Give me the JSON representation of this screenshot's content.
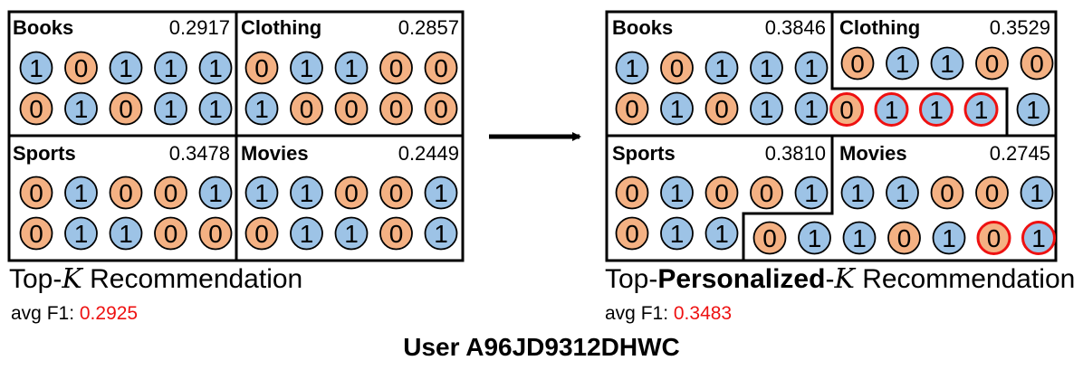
{
  "colors": {
    "one": "#9dc3e6",
    "zero": "#f4b183",
    "stroke": "#000000",
    "highlight": "#ee1111"
  },
  "left_panel": {
    "categories": [
      {
        "name": "Books",
        "score": "0.2917",
        "row1": [
          1,
          0,
          1,
          1,
          1
        ],
        "row2": [
          0,
          1,
          0,
          1,
          1
        ]
      },
      {
        "name": "Clothing",
        "score": "0.2857",
        "row1": [
          0,
          1,
          1,
          0,
          0
        ],
        "row2": [
          1,
          0,
          0,
          0,
          0
        ]
      },
      {
        "name": "Sports",
        "score": "0.3478",
        "row1": [
          0,
          1,
          0,
          0,
          1
        ],
        "row2": [
          0,
          1,
          1,
          0,
          0
        ]
      },
      {
        "name": "Movies",
        "score": "0.2449",
        "row1": [
          1,
          1,
          0,
          0,
          1
        ],
        "row2": [
          0,
          1,
          1,
          0,
          1
        ]
      }
    ],
    "caption": {
      "prefix": "Top-",
      "k": "K",
      "suffix": " Recommendation"
    },
    "f1_label": "avg F1: ",
    "f1_value": "0.2925"
  },
  "right_panel": {
    "categories": [
      {
        "name": "Books",
        "score": "0.3846"
      },
      {
        "name": "Clothing",
        "score": "0.3529"
      },
      {
        "name": "Sports",
        "score": "0.3810"
      },
      {
        "name": "Movies",
        "score": "0.2745"
      }
    ],
    "books": {
      "row1": [
        1,
        0,
        1,
        1,
        1
      ],
      "row2": [
        0,
        1,
        0,
        1,
        1
      ]
    },
    "clothing": {
      "row1": [
        0,
        1,
        1,
        0,
        0
      ],
      "row2": [
        0,
        1,
        1,
        1,
        1
      ],
      "highlighted_row2": [
        true,
        true,
        true,
        true,
        false
      ]
    },
    "sports": {
      "row1": [
        0,
        1,
        0,
        0,
        1
      ],
      "row2": [
        0,
        1,
        1
      ]
    },
    "movies": {
      "row1": [
        1,
        1,
        0,
        0,
        1
      ],
      "row2": [
        0,
        1,
        1,
        0,
        1,
        0,
        1
      ],
      "highlighted_row2": [
        false,
        false,
        false,
        false,
        false,
        true,
        true
      ]
    },
    "caption": {
      "prefix": "Top-",
      "bold": "Personalized",
      "mid": "-",
      "k": "K",
      "suffix": " Recommendation"
    },
    "f1_label": "avg F1: ",
    "f1_value": "0.3483"
  },
  "user_label": "User A96JD9312DHWC"
}
